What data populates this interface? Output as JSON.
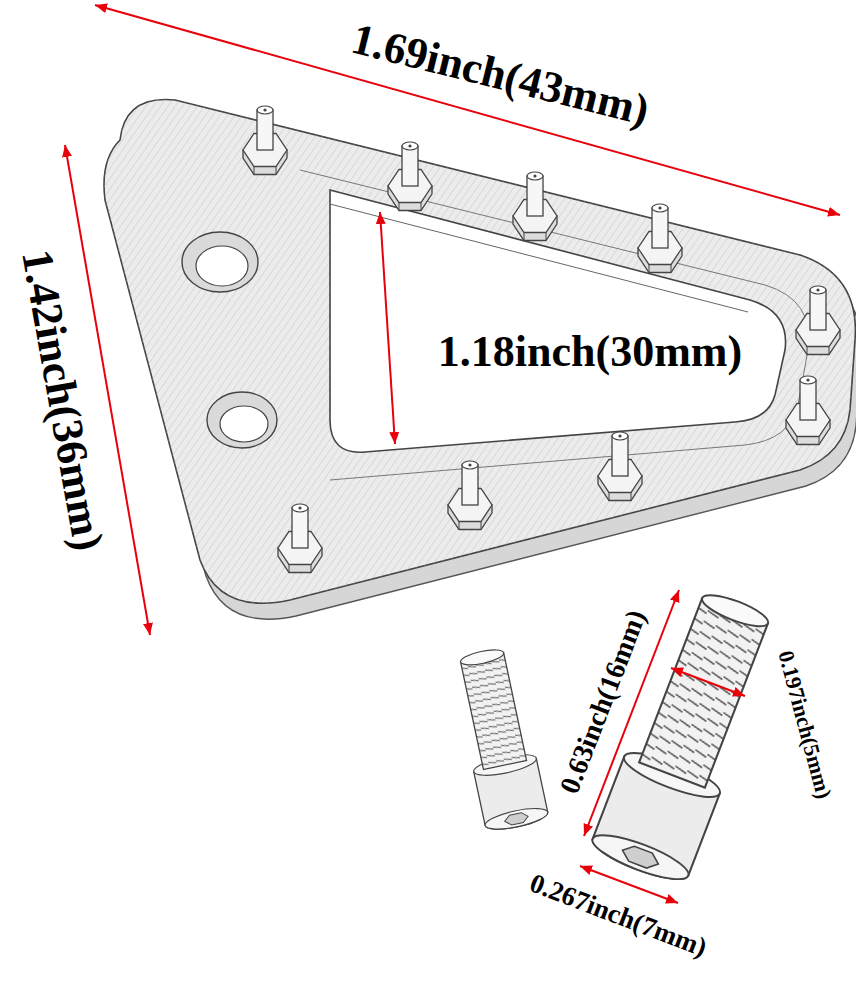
{
  "diagram": {
    "labels": [
      "1.69inch(43mm)",
      "1.42inch(36mm)",
      "1.18inch(30mm)",
      "0.63inch(16mm)",
      "0.197inch(5mm)",
      "0.267inch(7mm)"
    ]
  }
}
